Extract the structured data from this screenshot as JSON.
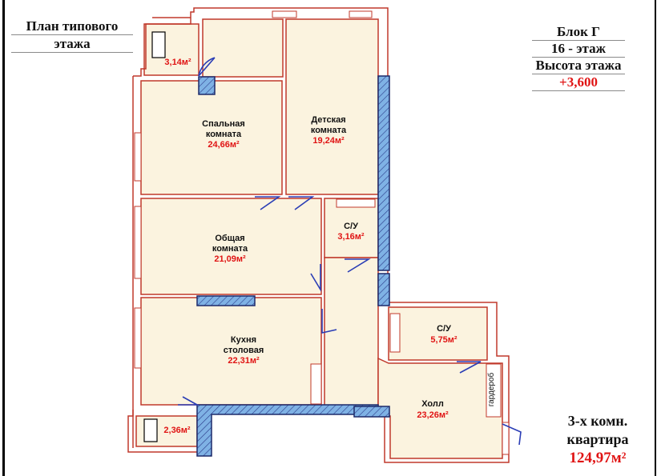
{
  "plan_title": {
    "line1": "План типового",
    "line2": "этажа"
  },
  "block_info": {
    "block": "Блок Г",
    "floor": "16 - этаж",
    "height_label": "Высота этажа",
    "height_value": "+3,600"
  },
  "apartment": {
    "type_line1": "3-х комн.",
    "type_line2": "квартира",
    "total_area": "124,97м²"
  },
  "rooms": {
    "balcony_top": {
      "area": "3,14м²"
    },
    "bedroom": {
      "name_line1": "Спальная",
      "name_line2": "комната",
      "area": "24,66м²"
    },
    "kids_room": {
      "name_line1": "Детская",
      "name_line2": "комната",
      "area": "19,24м²"
    },
    "living_room": {
      "name_line1": "Общая",
      "name_line2": "комната",
      "area": "21,09м²"
    },
    "bathroom_small": {
      "name": "С/У",
      "area": "3,16м²"
    },
    "kitchen": {
      "name_line1": "Кухня",
      "name_line2": "столовая",
      "area": "22,31м²"
    },
    "bathroom_large": {
      "name": "С/У",
      "area": "5,75м²"
    },
    "hall": {
      "name": "Холл",
      "area": "23,26м²"
    },
    "wardrobe": {
      "name": "гардероб"
    },
    "balcony_bottom": {
      "area": "2,36м²"
    }
  },
  "colors": {
    "wall_red": "#c0392b",
    "floor_fill": "#fbf3df",
    "column_fill": "#7fb2e5",
    "door_blue": "#2a3db5",
    "area_red": "#e01414"
  }
}
